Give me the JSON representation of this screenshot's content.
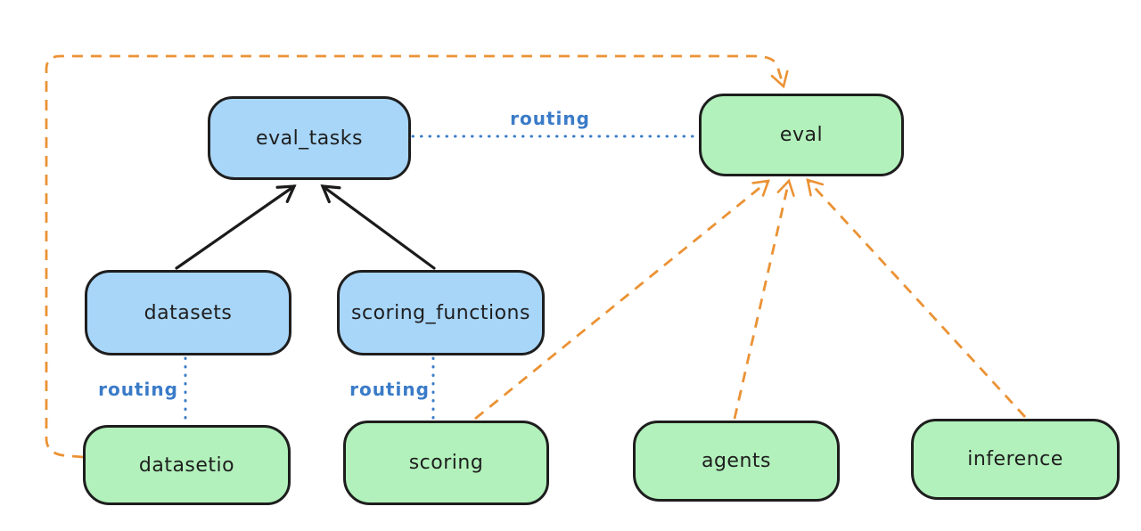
{
  "colors": {
    "background": "#ffffff",
    "node_border": "#1e1e1e",
    "blue_node_fill": "#a8d6f9",
    "green_node_fill": "#b2f1bb",
    "routing_blue": "#3a7bc8",
    "arrow_orange": "#eb9234",
    "arrow_black": "#1b1b1b"
  },
  "nodes": [
    {
      "id": "eval_tasks",
      "label": "eval_tasks",
      "color": "blue"
    },
    {
      "id": "eval",
      "label": "eval",
      "color": "green"
    },
    {
      "id": "datasets",
      "label": "datasets",
      "color": "blue"
    },
    {
      "id": "scoring_functions",
      "label": "scoring_functions",
      "color": "blue"
    },
    {
      "id": "datasetio",
      "label": "datasetio",
      "color": "green"
    },
    {
      "id": "scoring",
      "label": "scoring",
      "color": "green"
    },
    {
      "id": "agents",
      "label": "agents",
      "color": "green"
    },
    {
      "id": "inference",
      "label": "inference",
      "color": "green"
    }
  ],
  "edge_labels": {
    "routing_top": "routing",
    "routing_left": "routing",
    "routing_middle": "routing"
  },
  "edges": [
    {
      "from": "datasets",
      "to": "eval_tasks",
      "style": "solid-black-arrow"
    },
    {
      "from": "scoring_functions",
      "to": "eval_tasks",
      "style": "solid-black-arrow"
    },
    {
      "from": "eval_tasks",
      "to": "eval",
      "style": "dotted-blue",
      "label": "routing"
    },
    {
      "from": "datasets",
      "to": "datasetio",
      "style": "dotted-blue",
      "label": "routing"
    },
    {
      "from": "scoring_functions",
      "to": "scoring",
      "style": "dotted-blue",
      "label": "routing"
    },
    {
      "from": "datasetio",
      "to": "eval",
      "style": "dashed-orange-arrow"
    },
    {
      "from": "scoring",
      "to": "eval",
      "style": "dashed-orange-arrow"
    },
    {
      "from": "agents",
      "to": "eval",
      "style": "dashed-orange-arrow"
    },
    {
      "from": "inference",
      "to": "eval",
      "style": "dashed-orange-arrow"
    }
  ]
}
